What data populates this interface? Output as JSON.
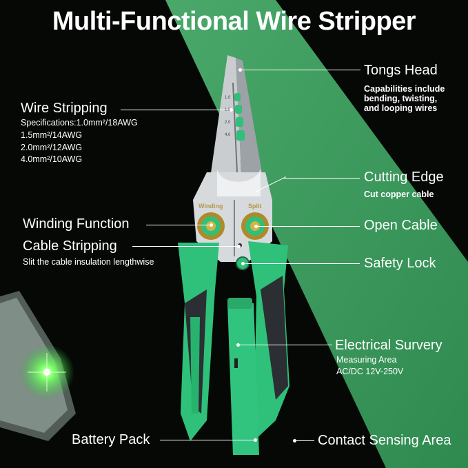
{
  "title": "Multi-Functional Wire Stripper",
  "colors": {
    "background": "#060806",
    "green_band": "#3e9a5c",
    "handle_green": "#2fc07a",
    "handle_dark": "#2b2f33",
    "steel": "#cfd3d6",
    "led": "#7dff6a"
  },
  "icons": [
    "pliers-illustration",
    "battery-pack-glow"
  ],
  "jaw_marks": {
    "winding": "Winding",
    "split": "Split"
  },
  "labels": {
    "wire_stripping": {
      "title": "Wire Stripping",
      "specs": [
        "Specifications:1.0mm²/18AWG",
        "1.5mm²/14AWG",
        "2.0mm²/12AWG",
        "4.0mm²/10AWG"
      ]
    },
    "tongs_head": {
      "title": "Tongs Head",
      "desc": [
        "Capabilities include",
        "bending, twisting,",
        "and looping wires"
      ]
    },
    "cutting_edge": {
      "title": "Cutting Edge",
      "desc": "Cut copper cable"
    },
    "winding_function": {
      "title": "Winding Function"
    },
    "open_cable": {
      "title": "Open Cable"
    },
    "cable_stripping": {
      "title": "Cable Stripping",
      "desc": "Slit the cable insulation lengthwise"
    },
    "safety_lock": {
      "title": "Safety Lock"
    },
    "electrical_survery": {
      "title": "Electrical Survery",
      "desc": [
        "Measuring Area",
        "AC/DC 12V-250V"
      ]
    },
    "battery_pack": {
      "title": "Battery Pack"
    },
    "contact_sensing": {
      "title": "Contact Sensing Area"
    }
  }
}
